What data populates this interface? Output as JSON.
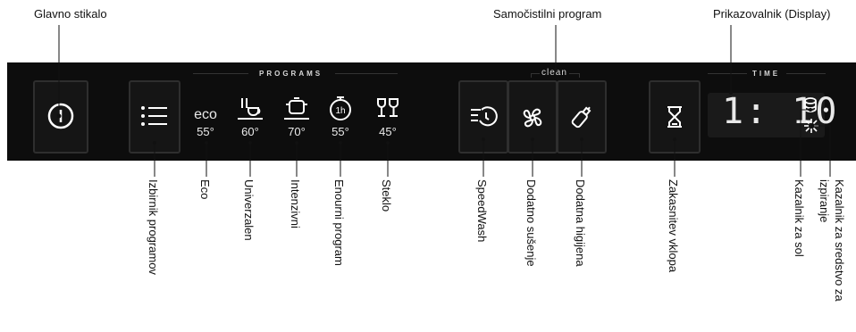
{
  "top_labels": {
    "main_switch": "Glavno stikalo",
    "self_clean": "Samočistilni program",
    "display": "Prikazovalnik (Display)"
  },
  "panel": {
    "programs_header": "PROGRAMS",
    "clean_header": "clean",
    "time_header": "TIME",
    "programs": [
      {
        "name": "eco",
        "temp": "55°"
      },
      {
        "name": "universal-icon",
        "temp": "60°"
      },
      {
        "name": "intensive-pot-icon",
        "temp": "70°"
      },
      {
        "name": "one-hour-icon",
        "temp": "55°"
      },
      {
        "name": "glass-icon",
        "temp": "45°"
      }
    ],
    "display_value": "1: 10"
  },
  "bottom_labels": {
    "program_selector": "Izbirnik programov",
    "eco": "Eco",
    "universal": "Univerzalen",
    "intensive": "Intenzivni",
    "one_hour": "Enourni program",
    "glass": "Steklo",
    "speedwash": "SpeedWash",
    "extra_dry": "Dodatno sušenje",
    "extra_hygiene": "Dodatna higijena",
    "delay_start": "Zakasnitev vklopa",
    "salt_indicator": "Kazalnik za sol",
    "rinse_indicator": "Kazalnik za sredstvo za izpiranje"
  },
  "colors": {
    "panel": "#0d0d0d",
    "button": "#151515",
    "icon": "#ffffff",
    "text": "#111111"
  }
}
